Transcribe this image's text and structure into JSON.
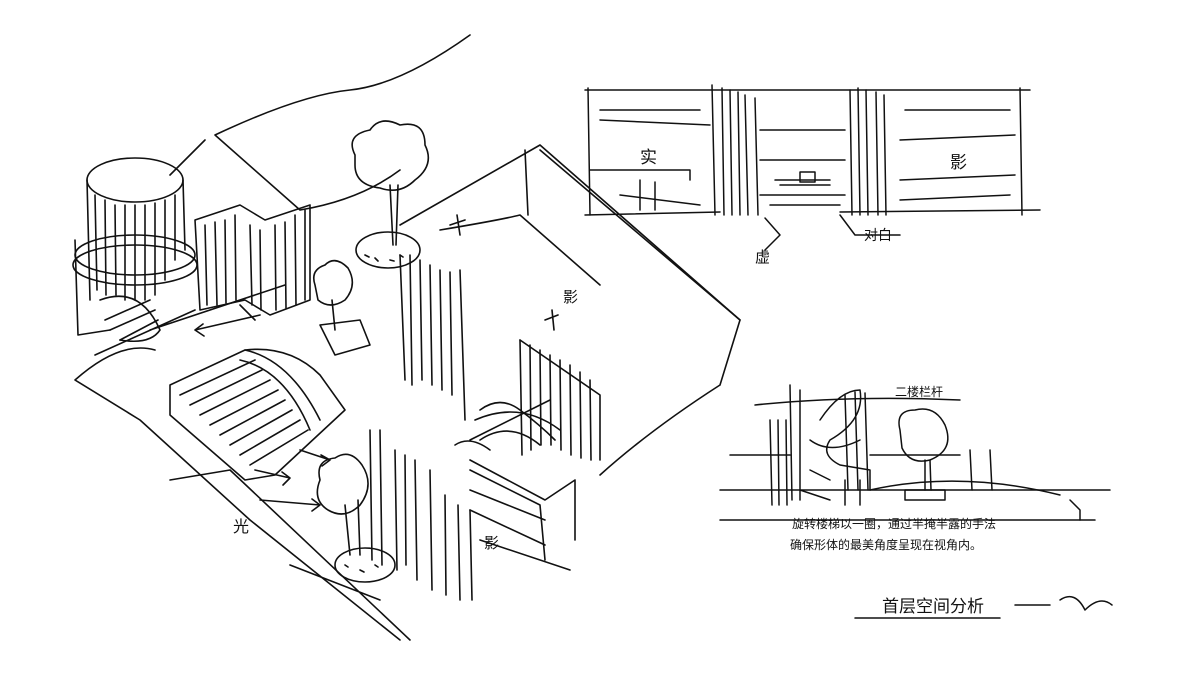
{
  "labels": {
    "light": "光",
    "shadow_a": "影",
    "shadow_b": "影",
    "section_real": "实",
    "section_shadow": "影",
    "section_void": "虚",
    "section_dialog": "对白",
    "stair_label": "二楼栏杆",
    "caption_line1": "旋转楼梯以一圈，通过半掩半露的手法",
    "caption_line2": "确保形体的最美角度呈现在视角内。",
    "title": "首层空间分析"
  },
  "signature_text": "",
  "colors": {
    "ink": "#111111",
    "paper": "#ffffff"
  }
}
